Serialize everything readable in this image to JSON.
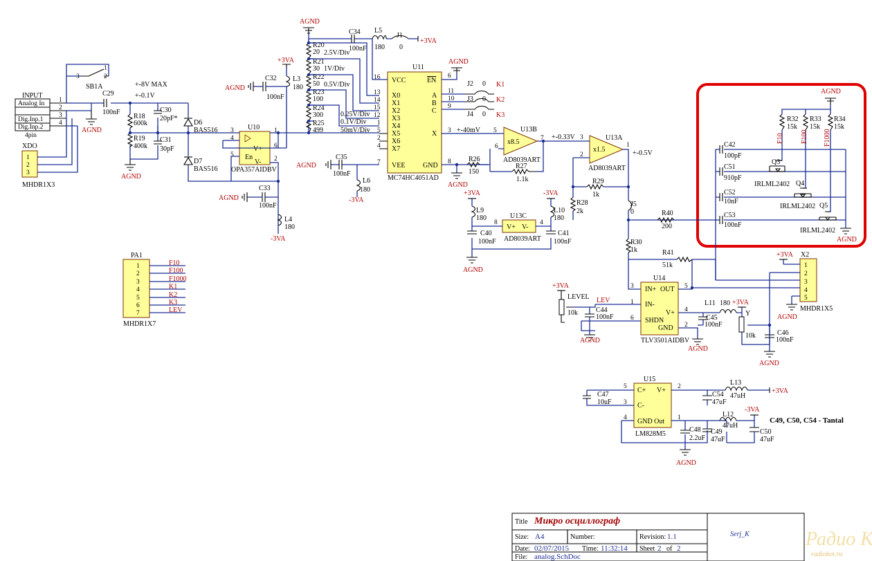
{
  "components": {
    "input": {
      "ref": "INPUT",
      "pins": [
        "1",
        "2",
        "3",
        "4"
      ],
      "rows": [
        "Analog In",
        "Dig.Inp.1",
        "Dig.Inp.2"
      ],
      "value": "4pin"
    },
    "xdo": {
      "ref": "XDO",
      "pins": [
        "1",
        "2",
        "3"
      ],
      "value": "MHDR1X3"
    },
    "sb1a": {
      "ref": "SB1A",
      "p1": "1",
      "p2": "2",
      "p3": "3"
    },
    "pa1": {
      "ref": "PA1",
      "pins": [
        "1",
        "2",
        "3",
        "4",
        "5",
        "6",
        "7"
      ],
      "nets": [
        "F10",
        "F100",
        "F1000",
        "K1",
        "K2",
        "K3",
        "LEV"
      ],
      "value": "MHDR1X7"
    },
    "x2": {
      "ref": "X2",
      "pins": [
        "1",
        "2",
        "3",
        "4",
        "5"
      ],
      "value": "MHDR1X5"
    },
    "u10": {
      "ref": "U10",
      "value": "OPA357AIDBV",
      "p3": "3",
      "p4": "4",
      "p5": "5",
      "p1": "1",
      "p6": "6",
      "p2": "2",
      "vplus": "V+",
      "vminus": "V-",
      "en": "En"
    },
    "u11": {
      "ref": "U11",
      "value": "MC74HC4051AD",
      "left": [
        {
          "pin": "16",
          "name": "VCC"
        },
        {
          "pin": "13",
          "name": "X0"
        },
        {
          "pin": "14",
          "name": "X1"
        },
        {
          "pin": "15",
          "name": "X2"
        },
        {
          "pin": "12",
          "name": "X3"
        },
        {
          "pin": "1",
          "name": "X4"
        },
        {
          "pin": "5",
          "name": "X5"
        },
        {
          "pin": "2",
          "name": "X6"
        },
        {
          "pin": "4",
          "name": "X7"
        },
        {
          "pin": "7",
          "name": "VEE"
        }
      ],
      "right": [
        {
          "pin": "6",
          "name": "EN"
        },
        {
          "pin": "11",
          "name": "A"
        },
        {
          "pin": "10",
          "name": "B"
        },
        {
          "pin": "9",
          "name": "C"
        },
        {
          "pin": "3",
          "name": "X"
        },
        {
          "pin": "8",
          "name": "GND"
        }
      ]
    },
    "u13b": {
      "ref": "U13B",
      "value": "AD8039ART",
      "gain": "x8.5",
      "pin_in": "5",
      "pin_fb": "6",
      "pin_out": "7"
    },
    "u13a": {
      "ref": "U13A",
      "value": "AD8039ART",
      "gain": "x1.5",
      "pin_in": "3",
      "pin_fb": "2",
      "pin_out": "1"
    },
    "u13c": {
      "ref": "U13C",
      "value": "AD8039ART",
      "vplus": "V+",
      "vminus": "V-",
      "p8": "8",
      "p4": "4"
    },
    "u14": {
      "ref": "U14",
      "value": "TLV3501AIDBV",
      "inp": "IN+",
      "out": "OUT",
      "inm": "IN-",
      "vplus": "V+",
      "shdn": "SHDN",
      "gnd": "GND",
      "p3": "3",
      "p5": "5",
      "p1": "1",
      "p4": "4",
      "p6": "6",
      "p2": "2"
    },
    "u15": {
      "ref": "U15",
      "value": "LM828M5",
      "cplus": "C+",
      "vplus": "V+",
      "cminus": "C-",
      "gndout": "GND Out",
      "p5": "5",
      "p2": "2",
      "p3": "3",
      "p4": "4",
      "p1": "1"
    },
    "q3": {
      "ref": "Q3",
      "value": "IRLML2402"
    },
    "q4": {
      "ref": "Q4",
      "value": "IRLML2402"
    },
    "q5": {
      "ref": "Q5",
      "value": "IRLML2402"
    },
    "c29": {
      "ref": "C29",
      "value": "100nF"
    },
    "c30": {
      "ref": "C30",
      "value": "20pF*"
    },
    "c31": {
      "ref": "C31",
      "value": "30pF"
    },
    "c32": {
      "ref": "C32",
      "value": "100nF"
    },
    "c33": {
      "ref": "C33",
      "value": "100nF"
    },
    "c34": {
      "ref": "C34",
      "value": "100nF"
    },
    "c35": {
      "ref": "C35",
      "value": "100nF"
    },
    "c40": {
      "ref": "C40",
      "value": "100nF"
    },
    "c41": {
      "ref": "C41",
      "value": "100nF"
    },
    "c42": {
      "ref": "C42",
      "value": "100pF"
    },
    "c51": {
      "ref": "C51",
      "value": "910pF"
    },
    "c52": {
      "ref": "C52",
      "value": "10nF"
    },
    "c53": {
      "ref": "C53",
      "value": "100nF"
    },
    "c44": {
      "ref": "C44",
      "value": "100nF"
    },
    "c45": {
      "ref": "C45",
      "value": "100nF"
    },
    "c46": {
      "ref": "C46",
      "value": "100nF"
    },
    "c47": {
      "ref": "C47",
      "value": "10uF"
    },
    "c48": {
      "ref": "C48",
      "value": "2.2uF"
    },
    "c49": {
      "ref": "C49",
      "value": "47uF"
    },
    "c50": {
      "ref": "C50",
      "value": "47uF"
    },
    "c54": {
      "ref": "C54",
      "value": "47uF"
    },
    "r18": {
      "ref": "R18",
      "value": "600k"
    },
    "r19": {
      "ref": "R19",
      "value": "400k"
    },
    "r20": {
      "ref": "R20",
      "value": "20",
      "div": "2.5V/Div"
    },
    "r21": {
      "ref": "R21",
      "value": "30",
      "div": "1V/Div"
    },
    "r22": {
      "ref": "R22",
      "value": "50",
      "div": "0.5V/Div"
    },
    "r23": {
      "ref": "R23",
      "value": "100",
      "div": "0.25V/Div"
    },
    "r24": {
      "ref": "R24",
      "value": "300",
      "div": "0.1V/Div"
    },
    "r25": {
      "ref": "R25",
      "value": "499",
      "div": "50mV/Div"
    },
    "r26": {
      "ref": "R26",
      "value": "150"
    },
    "r27": {
      "ref": "R27",
      "value": "1.1k"
    },
    "r28": {
      "ref": "R28",
      "value": "2k"
    },
    "r29": {
      "ref": "R29",
      "value": "1k"
    },
    "r30": {
      "ref": "R30",
      "value": "1k"
    },
    "r32": {
      "ref": "R32",
      "value": "15k"
    },
    "r33": {
      "ref": "R33",
      "value": "15k"
    },
    "r34": {
      "ref": "R34",
      "value": "15k"
    },
    "r40": {
      "ref": "R40",
      "value": "200"
    },
    "r41": {
      "ref": "R41",
      "value": "51k"
    },
    "level": {
      "ref": "LEVEL",
      "value": "10k"
    },
    "ypot": {
      "ref": "Y",
      "value": "10k"
    },
    "d6": {
      "ref": "D6",
      "value": "BAS516"
    },
    "d7": {
      "ref": "D7",
      "value": "BAS516"
    },
    "l3": {
      "ref": "L3",
      "value": "180"
    },
    "l4": {
      "ref": "L4",
      "value": "180"
    },
    "l5": {
      "ref": "L5",
      "value": "180"
    },
    "l6": {
      "ref": "L6",
      "value": "180"
    },
    "l9": {
      "ref": "L9",
      "value": "180"
    },
    "l10": {
      "ref": "L10",
      "value": "180"
    },
    "l11": {
      "ref": "L11",
      "value": "180"
    },
    "l12": {
      "ref": "L12",
      "value": "47uH"
    },
    "l13": {
      "ref": "L13",
      "value": "47uH"
    },
    "j1": {
      "ref": "J1",
      "value": "0"
    },
    "j2": {
      "ref": "J2",
      "value": "0"
    },
    "j3": {
      "ref": "J3",
      "value": "0"
    },
    "j4": {
      "ref": "J4",
      "value": "0"
    },
    "j5": {
      "ref": "J5",
      "value": "0"
    }
  },
  "nets": {
    "agnd": "AGND",
    "p3va": "+3VA",
    "m3va": "-3VA",
    "k1": "K1",
    "k2": "K2",
    "k3": "K3",
    "f10": "F10",
    "f100": "F100",
    "f1000": "F1000",
    "lev": "LEV"
  },
  "annotations": {
    "max8": "+-8V MAX",
    "n01": "+-0.1V",
    "n40mv": "+-40mV",
    "n033": "+-0.33V",
    "n05": "+-0.5V",
    "tantal": "C49, C50, C54 - Tantal"
  },
  "title_block": {
    "title_label": "Title",
    "title": "Микро осциллограф",
    "size_label": "Size:",
    "size": "A4",
    "number_label": "Number:",
    "revision_label": "Revision:",
    "revision": "1.1",
    "date_label": "Date:",
    "date": "02/07/2015",
    "time_label": "Time:",
    "time": "11:32:14",
    "sheet_label": "Sheet",
    "sheet": "2",
    "of_label": "of",
    "of": "2",
    "file_label": "File:",
    "file": "analog.SchDoc",
    "author": "Serj_K"
  },
  "watermark": {
    "logo": "Радио КОТ",
    "site": "radiokot.ru"
  },
  "highlight_color": "#e00000"
}
